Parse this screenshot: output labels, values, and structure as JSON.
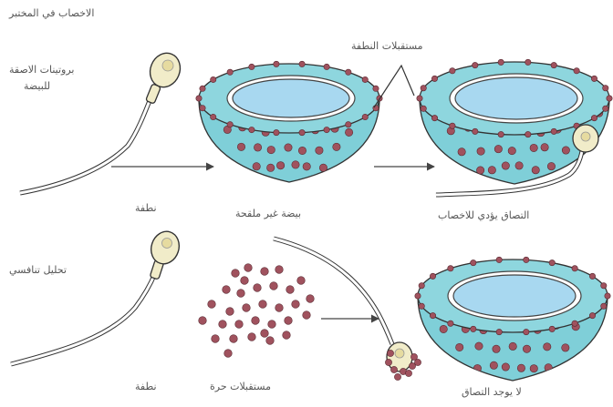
{
  "labels": {
    "top_title": "الاخصاب في المختبر",
    "egg_receptors": "مستقبلات النطفة",
    "egg_proteins_1": "بروتينات الاصقة",
    "egg_proteins_2": "للبيضة",
    "sperm_top": "نطفة",
    "unfertilized_egg": "بيضة غير ملقحة",
    "binding_leads": "التصاق يؤدي للاخصاب",
    "bottom_title": "تحليل تنافسي",
    "sperm_bottom": "نطفة",
    "free_receptors": "مستقبلات حرة",
    "no_binding": "لا يوجد التصاق"
  },
  "colors": {
    "egg_zona": "#7fcfd8",
    "egg_zona_shadow": "#5fb4c0",
    "egg_inner": "#a8d8f0",
    "receptor": "#a0525e",
    "outline": "#333333",
    "sperm_head": "#f1ecc9",
    "arrow": "#444444"
  },
  "icons": [
    "sperm-icon",
    "egg-icon",
    "receptor-dot",
    "arrow-icon"
  ]
}
